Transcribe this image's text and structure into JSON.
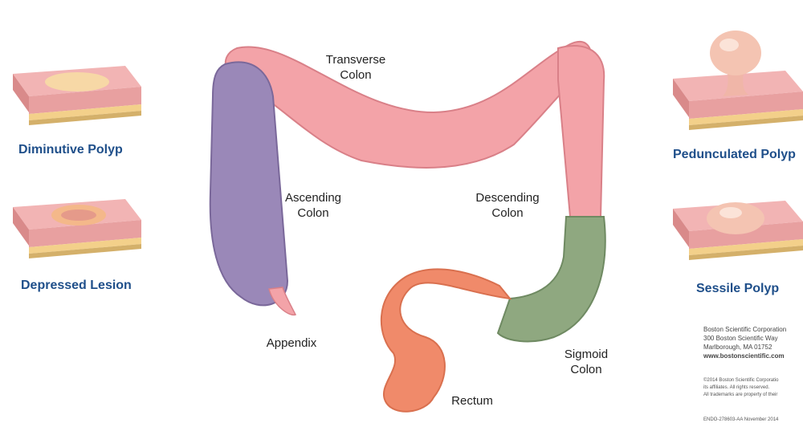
{
  "polyps": {
    "diminutive": "Diminutive Polyp",
    "depressed": "Depressed Lesion",
    "pedunculated": "Pedunculated Polyp",
    "sessile": "Sessile Polyp"
  },
  "colon": {
    "transverse": [
      "Transverse",
      "Colon"
    ],
    "ascending": [
      "Ascending",
      "Colon"
    ],
    "descending": [
      "Descending",
      "Colon"
    ],
    "sigmoid": [
      "Sigmoid",
      "Colon"
    ],
    "appendix": "Appendix",
    "rectum": "Rectum"
  },
  "credits": {
    "company": "Boston Scientific Corporation",
    "street": "300 Boston Scientific Way",
    "city": "Marlborough, MA 01752",
    "website": "www.bostonscientific.com",
    "copyright_1": "©2014 Boston Scientific Corporatio",
    "copyright_2": "its affiliates. All rights reserved.",
    "copyright_3": "All trademarks are property of their",
    "code": "ENDO-278603-AA November 2014"
  },
  "colors": {
    "label_blue": "#1f4f8a",
    "colon_pink": "#f3a3a8",
    "ascending_purple": "#9a88b8",
    "sigmoid_green": "#8fa880",
    "rectum_orange": "#f08a6a"
  }
}
